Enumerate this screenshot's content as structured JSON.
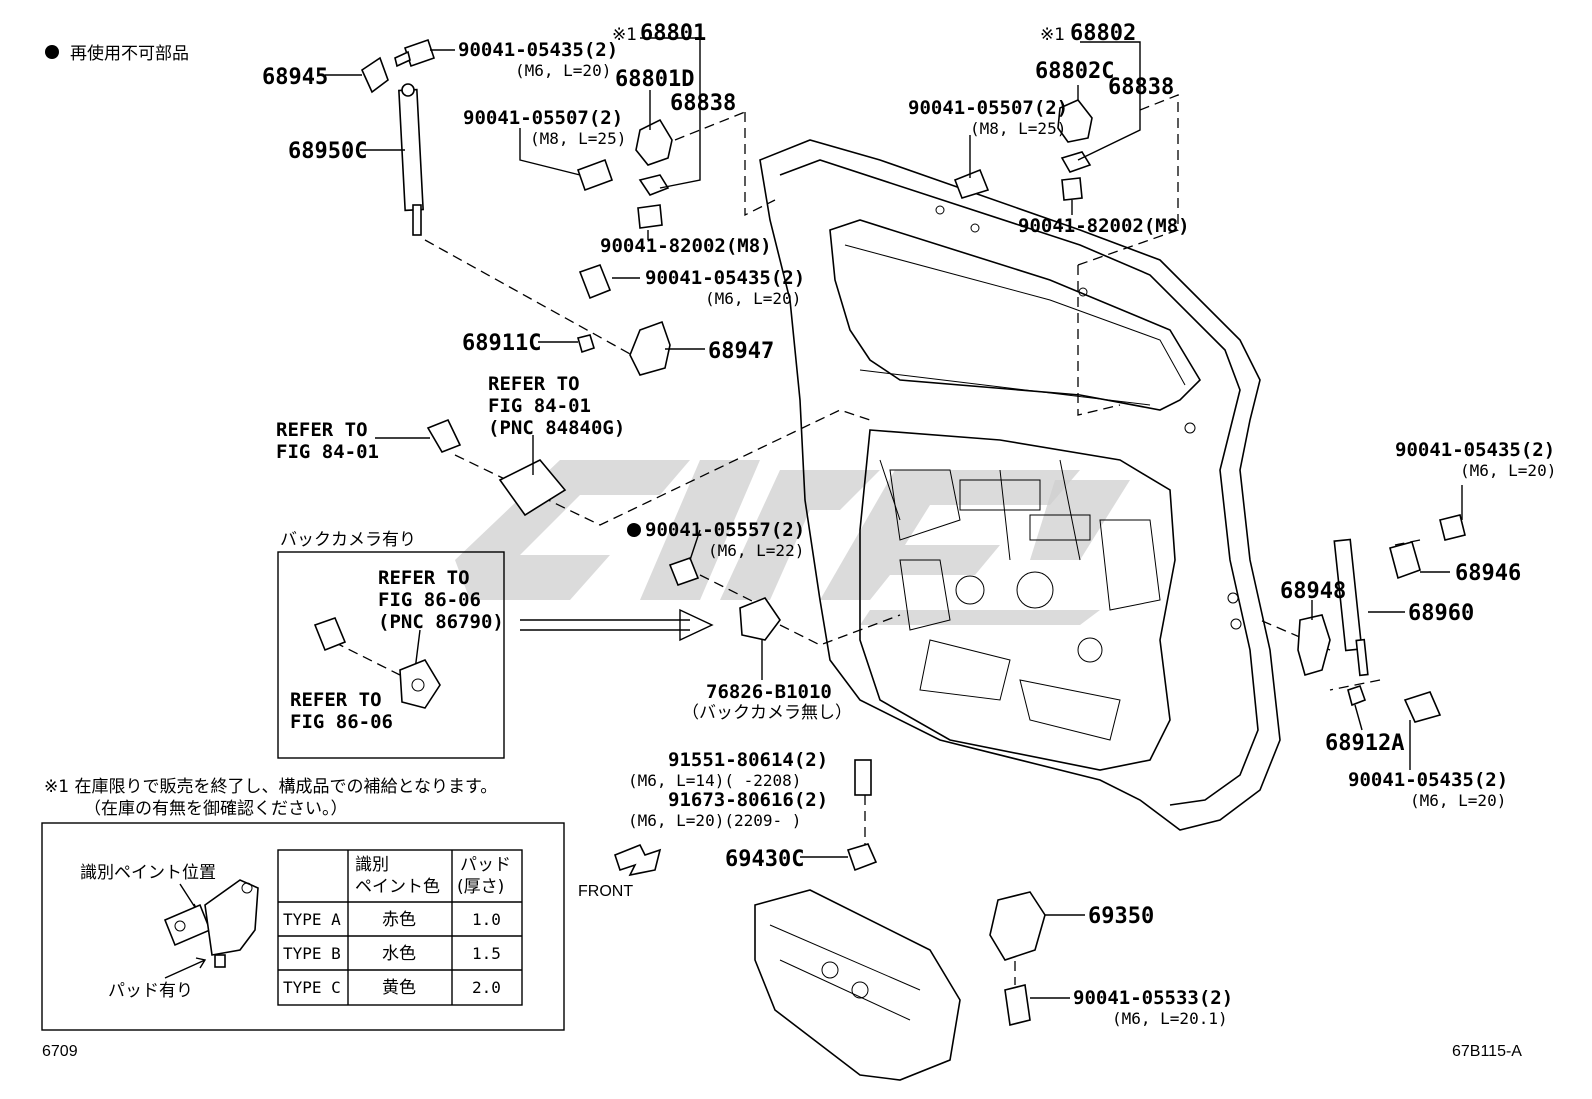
{
  "legend": {
    "bullet_text": "再使用不可部品"
  },
  "parts": {
    "p68945": "68945",
    "p68950C": "68950C",
    "p68801_mark": "※1",
    "p68801": "68801",
    "p68801D": "68801D",
    "p68838_left": "68838",
    "p68802_mark": "※1",
    "p68802": "68802",
    "p68802C": "68802C",
    "p68838_right": "68838",
    "p68911C": "68911C",
    "p68947": "68947",
    "p68946": "68946",
    "p68948": "68948",
    "p68960": "68960",
    "p68912A": "68912A",
    "p69430C": "69430C",
    "p69350": "69350",
    "p76826": "76826-B1010",
    "p76826_note": "（バックカメラ無し）"
  },
  "bolts": {
    "b1_num": "90041-05435(2)",
    "b1_spec": "(M6, L=20)",
    "b2_num": "90041-05507(2)",
    "b2_spec": "(M8, L=25)",
    "b3_num": "90041-82002(M8)",
    "b4_num": "90041-05435(2)",
    "b4_spec": "(M6, L=20)",
    "b5_num": "90041-05507(2)",
    "b5_spec": "(M8, L=25)",
    "b6_num": "90041-82002(M8)",
    "b7_num": "90041-05557(2)",
    "b7_spec": "(M6, L=22)",
    "b8_num": "90041-05435(2)",
    "b8_spec": "(M6, L=20)",
    "b9_num": "90041-05435(2)",
    "b9_spec": "(M6, L=20)",
    "b10_num": "91551-80614(2)",
    "b10_spec": "(M6, L=14)(      -2208)",
    "b11_num": "91673-80616(2)",
    "b11_spec": "(M6, L=20)(2209-      )",
    "b12_num": "90041-05533(2)",
    "b12_spec": "(M6, L=20.1)"
  },
  "refs": {
    "r1_a": "REFER TO",
    "r1_b": "FIG 84-01",
    "r1_c": "(PNC 84840G)",
    "r2_a": "REFER TO",
    "r2_b": "FIG 84-01",
    "r3_a": "REFER TO",
    "r3_b": "FIG 86-06",
    "r3_c": "(PNC 86790)",
    "r4_a": "REFER TO",
    "r4_b": "FIG 86-06"
  },
  "camera_box": {
    "title": "バックカメラ有り"
  },
  "note": {
    "line1": "※1 在庫限りで販売を終了し、構成品での補給となります。",
    "line2": "（在庫の有無を御確認ください。）"
  },
  "identification": {
    "paint_label": "識別ペイント位置",
    "pad_label": "パッド有り",
    "headers": [
      "識別\nペイント色",
      "パッド\n(厚さ)"
    ],
    "header_col1": [
      "識別",
      "ペイント色"
    ],
    "header_col2": [
      "パッド",
      "(厚さ)"
    ],
    "rows": [
      {
        "type": "TYPE A",
        "color": "赤色",
        "pad": "1.0"
      },
      {
        "type": "TYPE B",
        "color": "水色",
        "pad": "1.5"
      },
      {
        "type": "TYPE C",
        "color": "黄色",
        "pad": "2.0"
      }
    ]
  },
  "front_label": "FRONT",
  "footer": {
    "left": "6709",
    "right": "67B115-A"
  }
}
